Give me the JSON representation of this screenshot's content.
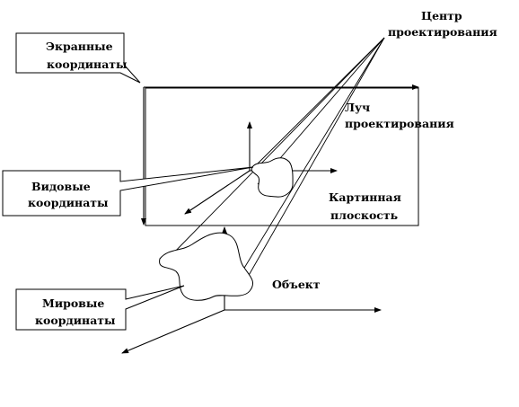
{
  "labels": {
    "center_line1": "Центр",
    "center_line2": "проектирования",
    "screen_line1": "Экранные",
    "screen_line2": "координаты",
    "ray_line1": "Луч",
    "ray_line2": "проектирования",
    "view_line1": "Видовые",
    "view_line2": "координаты",
    "plane_line1": "Картинная",
    "plane_line2": "плоскость",
    "object": "Объект",
    "world_line1": "Мировые",
    "world_line2": "координаты"
  }
}
